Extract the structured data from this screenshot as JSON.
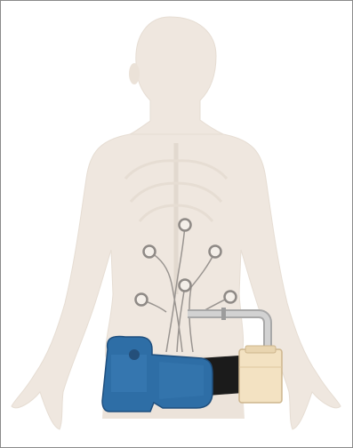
{
  "diagram": {
    "subject": "human-back-torso",
    "electrode_count": 6,
    "components": [
      {
        "name": "electrode-pad",
        "count": 6
      },
      {
        "name": "lead-wires"
      },
      {
        "name": "waist-belt",
        "color": "#1a1a1a"
      },
      {
        "name": "stimulator-unit",
        "color": "#2e6ea6"
      },
      {
        "name": "battery-pack",
        "color": "#f3e2c2"
      },
      {
        "name": "tube-conduit",
        "color": "#bdbdbd"
      }
    ],
    "colors": {
      "body": "#efe7df",
      "body_outline": "#e6ddd3",
      "spine": "#e2d9cf",
      "electrode_ring": "#8f8a86",
      "wire": "#9a9591"
    }
  }
}
